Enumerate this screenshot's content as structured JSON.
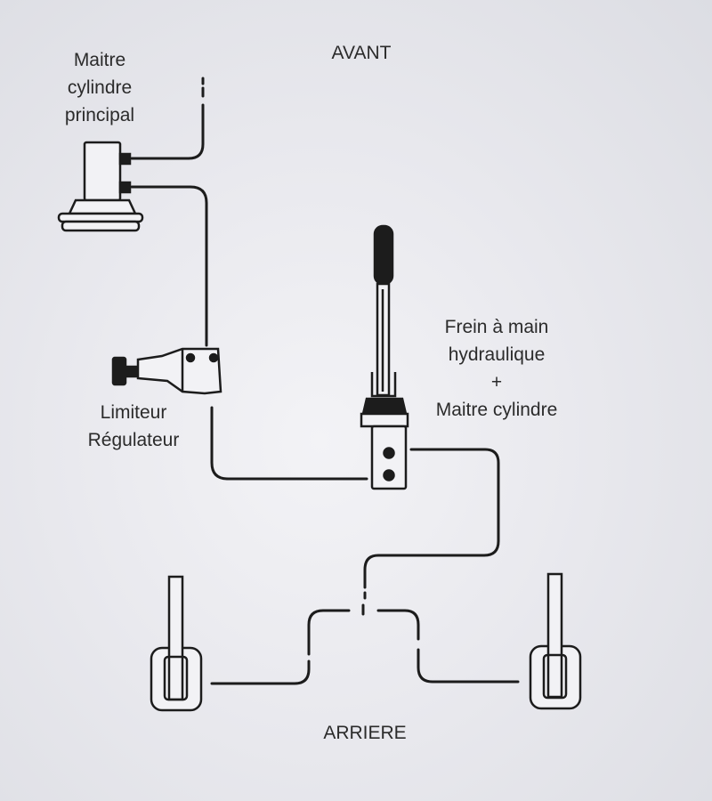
{
  "labels": {
    "front": "AVANT",
    "rear": "ARRIERE",
    "master_cylinder": [
      "Maitre",
      "cylindre",
      "principal"
    ],
    "limiter": [
      "Limiteur",
      "Régulateur"
    ],
    "handbrake": [
      "Frein à main",
      "hydraulique",
      "+",
      "Maitre cylindre"
    ]
  },
  "colors": {
    "line": "#1c1c1c",
    "text": "#2b2b2b",
    "background": "#e9e9ee"
  }
}
